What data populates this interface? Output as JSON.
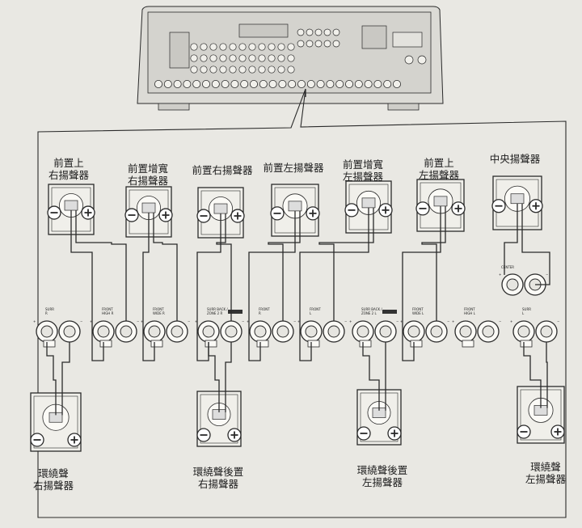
{
  "speakers_top": [
    {
      "label": "前置上\n右揚聲器"
    },
    {
      "label": "前置增寬\n右揚聲器"
    },
    {
      "label": "前置右揚聲器"
    },
    {
      "label": "前置左揚聲器"
    },
    {
      "label": "前置增寬\n左揚聲器"
    },
    {
      "label": "前置上\n左揚聲器"
    },
    {
      "label": "中央揚聲器"
    }
  ],
  "speakers_bottom": [
    {
      "label": "環繞聲\n右揚聲器"
    },
    {
      "label": "環繞聲後置\n右揚聲器"
    },
    {
      "label": "環繞聲後置\n左揚聲器"
    },
    {
      "label": "環繞聲\n左揚聲器"
    }
  ],
  "terminals": [
    {
      "label": "SURR\nR"
    },
    {
      "label": "FRONT\nHIGH R"
    },
    {
      "label": "FRONT\nWIDE R"
    },
    {
      "label": "SURR BACK /\nZONE 2 R"
    },
    {
      "label": "FRONT\nR"
    },
    {
      "label": "FRONT\nL"
    },
    {
      "label": "SURR BACK /\nZONE 2 L"
    },
    {
      "label": "FRONT\nWIDE L"
    },
    {
      "label": "FRONT\nHIGH L"
    },
    {
      "label": "SURR\nL"
    }
  ],
  "center_terminal": {
    "label": "CENTER"
  }
}
